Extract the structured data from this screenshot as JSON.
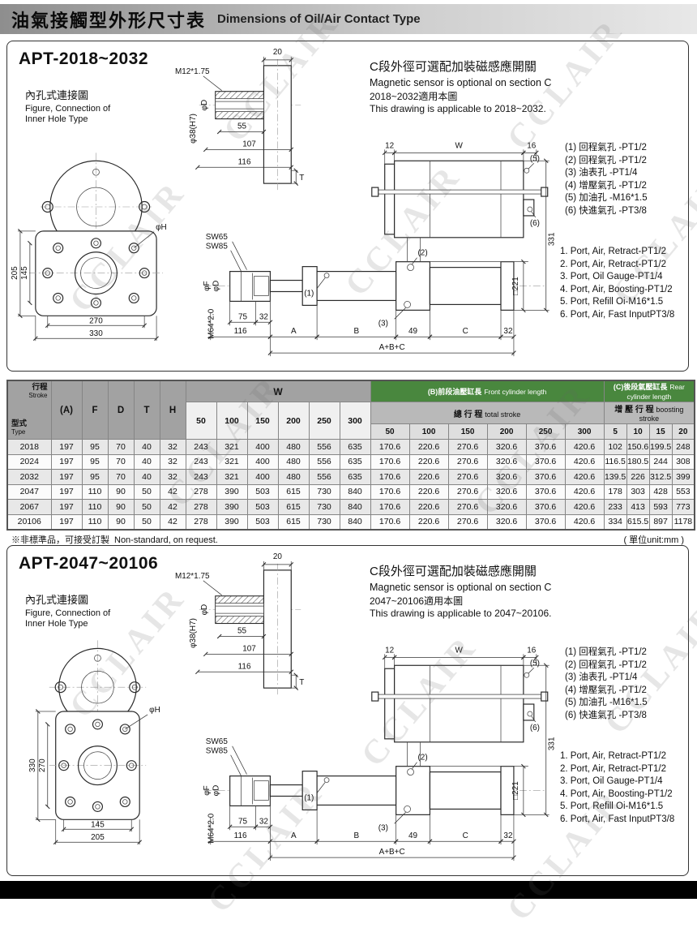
{
  "watermark": "CCLAIR",
  "header": {
    "title_cn": "油氣接觸型外形尺寸表",
    "title_en": "Dimensions of Oil/Air Contact Type"
  },
  "shared": {
    "inner_cn": "內孔式連接圖",
    "inner_en1": "Figure, Connection of",
    "inner_en2": "Inner Hole Type",
    "sensor_cn": "C段外徑可選配加裝磁感應開關",
    "sensor_en": "Magnetic sensor is optional on section C",
    "ports_cn": [
      "(1) 回程氣孔  -PT1/2",
      "(2) 回程氣孔  -PT1/2",
      "(3) 油表孔  -PT1/4",
      "(4) 增壓氣孔  -PT1/2",
      "(5) 加油孔  -M16*1.5",
      "(6) 快進氣孔  -PT3/8"
    ],
    "ports_en": [
      "1. Port, Air, Retract-PT1/2",
      "2. Port, Air, Retract-PT1/2",
      "3. Port, Oil Gauge-PT1/4",
      "4. Port, Air, Boosting-PT1/2",
      "5. Port, Refill Oi-M16*1.5",
      "6. Port, Air, Fast InputPT3/8"
    ]
  },
  "drawing": {
    "m12": "M12*1.75",
    "n20": "20",
    "phiD": "φD",
    "phi38": "φ38(H7)",
    "n55": "55",
    "n107": "107",
    "n116": "116",
    "t": "T",
    "sw65": "SW65",
    "sw85": "SW85",
    "phiF": "φF",
    "m64": "M64*2.0",
    "n75": "75",
    "n32": "32",
    "a": "A",
    "b": "B",
    "n49": "49",
    "c": "C",
    "abc": "A+B+C",
    "n12": "12",
    "w": "W",
    "n16": "16",
    "n331": "331",
    "sq221": "□221",
    "phiH": "φH",
    "c1": "(1)",
    "c2": "(2)",
    "c3": "(3)",
    "c5": "(5)",
    "c6": "(6)"
  },
  "section1": {
    "model": "APT-2018~2032",
    "applicable_cn": "2018~2032適用本圖",
    "applicable_en": "This drawing is applicable to 2018~2032.",
    "flange": {
      "v_outer": "205",
      "v_inner": "145",
      "h_inner": "270",
      "h_outer": "330"
    }
  },
  "section2": {
    "model": "APT-2047~20106",
    "applicable_cn": "2047~20106適用本圖",
    "applicable_en": "This drawing is applicable to 2047~20106.",
    "flange": {
      "v_outer": "330",
      "v_inner": "270",
      "h_inner": "145",
      "h_outer": "205"
    }
  },
  "table": {
    "corner": {
      "top": "行程",
      "top_en": "Stroke",
      "bottom": "型式",
      "bottom_en": "Type"
    },
    "cols": [
      "(A)",
      "F",
      "D",
      "T",
      "H"
    ],
    "w_label": "W",
    "b_label_cn": "(B)前段油壓缸長",
    "b_label_en": "Front cylinder length",
    "c_label_cn": "(C)後段氣壓缸長",
    "c_label_en": "Rear cylinder length",
    "total_cn": "總 行 程",
    "total_en": "total stroke",
    "boost_cn": "增 壓 行 程",
    "boost_en": "boosting stroke",
    "w_cols": [
      "50",
      "100",
      "150",
      "200",
      "250",
      "300"
    ],
    "b_cols": [
      "50",
      "100",
      "150",
      "200",
      "250",
      "300"
    ],
    "c_cols": [
      "5",
      "10",
      "15",
      "20"
    ],
    "rows": [
      {
        "model": "2018",
        "values": [
          "197",
          "95",
          "70",
          "40",
          "32",
          "243",
          "321",
          "400",
          "480",
          "556",
          "635",
          "170.6",
          "220.6",
          "270.6",
          "320.6",
          "370.6",
          "420.6",
          "102",
          "150.6",
          "199.5",
          "248"
        ]
      },
      {
        "model": "2024",
        "values": [
          "197",
          "95",
          "70",
          "40",
          "32",
          "243",
          "321",
          "400",
          "480",
          "556",
          "635",
          "170.6",
          "220.6",
          "270.6",
          "320.6",
          "370.6",
          "420.6",
          "116.5",
          "180.5",
          "244",
          "308"
        ]
      },
      {
        "model": "2032",
        "values": [
          "197",
          "95",
          "70",
          "40",
          "32",
          "243",
          "321",
          "400",
          "480",
          "556",
          "635",
          "170.6",
          "220.6",
          "270.6",
          "320.6",
          "370.6",
          "420.6",
          "139.5",
          "226",
          "312.5",
          "399"
        ]
      },
      {
        "model": "2047",
        "values": [
          "197",
          "110",
          "90",
          "50",
          "42",
          "278",
          "390",
          "503",
          "615",
          "730",
          "840",
          "170.6",
          "220.6",
          "270.6",
          "320.6",
          "370.6",
          "420.6",
          "178",
          "303",
          "428",
          "553"
        ]
      },
      {
        "model": "2067",
        "values": [
          "197",
          "110",
          "90",
          "50",
          "42",
          "278",
          "390",
          "503",
          "615",
          "730",
          "840",
          "170.6",
          "220.6",
          "270.6",
          "320.6",
          "370.6",
          "420.6",
          "233",
          "413",
          "593",
          "773"
        ]
      },
      {
        "model": "20106",
        "values": [
          "197",
          "110",
          "90",
          "50",
          "42",
          "278",
          "390",
          "503",
          "615",
          "730",
          "840",
          "170.6",
          "220.6",
          "270.6",
          "320.6",
          "370.6",
          "420.6",
          "334",
          "615.5",
          "897",
          "1178"
        ]
      }
    ]
  },
  "footer": {
    "note_cn": "※非標準品，可接受訂製",
    "note_en": "Non-standard, on request.",
    "unit": "( 單位unit:mm )"
  }
}
